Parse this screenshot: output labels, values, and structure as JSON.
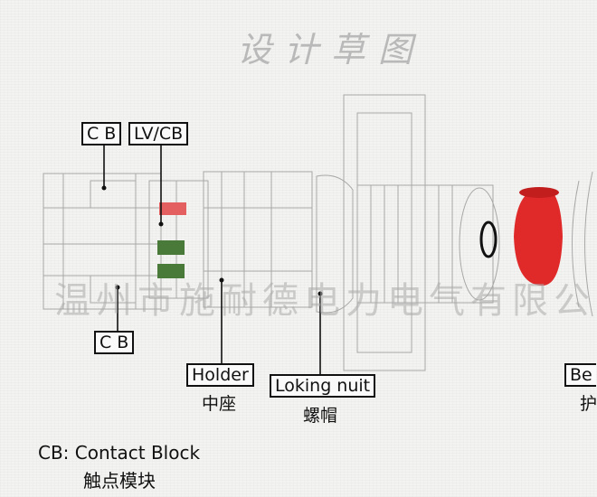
{
  "title": "设计草图",
  "watermark": "温州市施耐德电力电气有限公司",
  "labels": {
    "cb_top": "C B",
    "lv_cb": "LV/CB",
    "cb_bottom": "C B",
    "holder": "Holder",
    "holder_cn": "中座",
    "loking_nuit": "Loking nuit",
    "loking_nuit_cn": "螺帽",
    "bezel": "Be",
    "bezel_cn": "护"
  },
  "legend": {
    "line1": "CB: Contact Block",
    "line2": "触点模块"
  },
  "colors": {
    "button_red": "#e02a2a",
    "indicator_red": "#e46060",
    "indicator_green": "#4a7a3a",
    "sketch_line": "#9a9a9a",
    "leader": "#111111"
  }
}
